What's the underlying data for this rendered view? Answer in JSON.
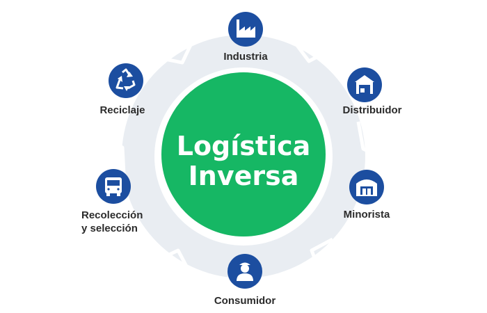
{
  "title": {
    "line1": "Logística",
    "line2": "Inversa"
  },
  "colors": {
    "ring": "#e9edf2",
    "center": "#16b764",
    "icon_bg": "#1c4ea0",
    "text": "#2b2b2b"
  },
  "nodes": [
    {
      "id": "industria",
      "label": "Industria",
      "icon": "factory-icon"
    },
    {
      "id": "distribuidor",
      "label": "Distribuidor",
      "icon": "warehouse-icon"
    },
    {
      "id": "minorista",
      "label": "Minorista",
      "icon": "store-icon"
    },
    {
      "id": "consumidor",
      "label": "Consumidor",
      "icon": "person-icon"
    },
    {
      "id": "recoleccion",
      "label_line1": "Recolección",
      "label_line2": "y selección",
      "icon": "truck-icon"
    },
    {
      "id": "reciclaje",
      "label": "Reciclaje",
      "icon": "recycle-icon"
    }
  ]
}
